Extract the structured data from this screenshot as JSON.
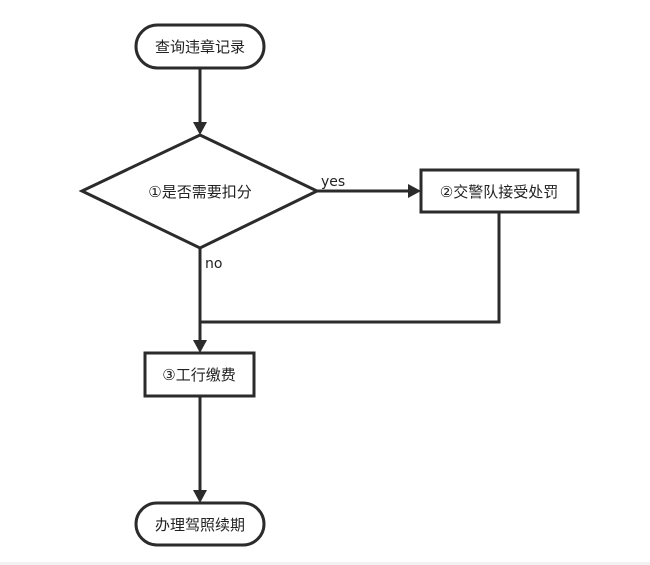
{
  "diagram": {
    "nodes": {
      "start": "查询违章记录",
      "decision": "①是否需要扣分",
      "process_police": "②交警队接受处罚",
      "process_bank": "③工行缴费",
      "end": "办理驾照续期"
    },
    "edges": {
      "yes_label": "yes",
      "no_label": "no"
    },
    "colors": {
      "stroke": "#2b2b2b",
      "fill": "#ffffff",
      "text": "#222222"
    }
  }
}
